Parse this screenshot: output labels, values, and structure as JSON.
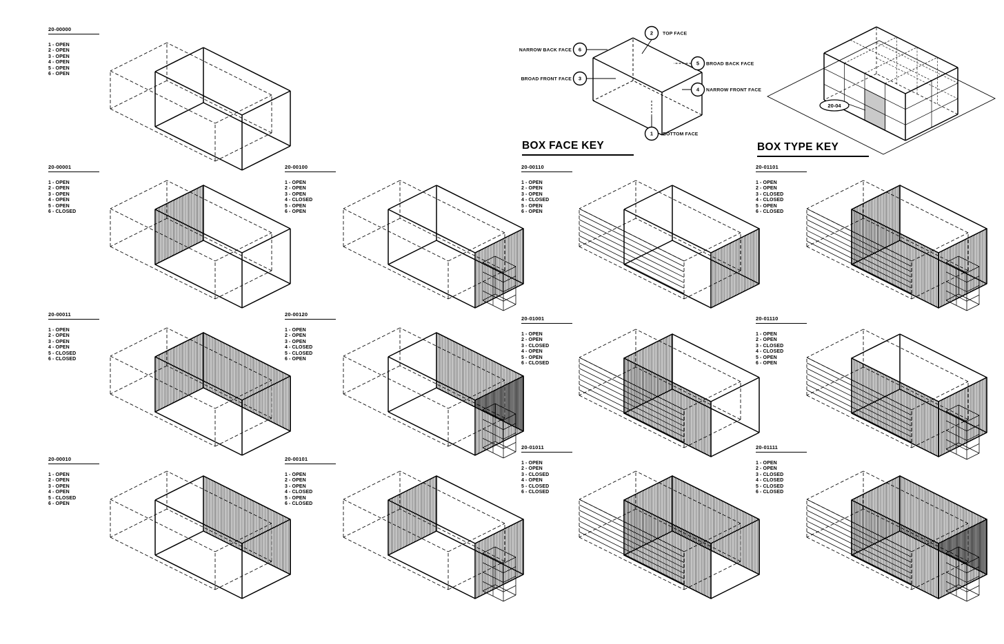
{
  "sheet": {
    "background": "#ffffff",
    "ink": "#000000",
    "shaded_cell_color": "#c9c9c9",
    "separator": " - "
  },
  "face_key": {
    "title": "BOX FACE KEY",
    "faces": [
      {
        "num": "1",
        "label": "BOTTOM FACE"
      },
      {
        "num": "2",
        "label": "TOP FACE"
      },
      {
        "num": "3",
        "label": "BROAD FRONT FACE"
      },
      {
        "num": "4",
        "label": "NARROW FRONT FACE"
      },
      {
        "num": "5",
        "label": "BROAD BACK FACE"
      },
      {
        "num": "6",
        "label": "NARROW BACK FACE"
      }
    ]
  },
  "type_key": {
    "title": "BOX TYPE KEY",
    "callout": "20-04"
  },
  "diagrams": [
    {
      "id": "r1c1",
      "code": "20-00000",
      "boards": false,
      "grid_panel": false,
      "faces": [
        {
          "n": "1",
          "state": "OPEN"
        },
        {
          "n": "2",
          "state": "OPEN"
        },
        {
          "n": "3",
          "state": "OPEN"
        },
        {
          "n": "4",
          "state": "OPEN"
        },
        {
          "n": "5",
          "state": "OPEN"
        },
        {
          "n": "6",
          "state": "OPEN"
        }
      ]
    },
    {
      "id": "r2c1",
      "code": "20-00001",
      "boards": false,
      "grid_panel": false,
      "faces": [
        {
          "n": "1",
          "state": "OPEN"
        },
        {
          "n": "2",
          "state": "OPEN"
        },
        {
          "n": "3",
          "state": "OPEN"
        },
        {
          "n": "4",
          "state": "OPEN"
        },
        {
          "n": "5",
          "state": "OPEN"
        },
        {
          "n": "6",
          "state": "CLOSED"
        }
      ]
    },
    {
      "id": "r2c2",
      "code": "20-00100",
      "boards": false,
      "grid_panel": true,
      "faces": [
        {
          "n": "1",
          "state": "OPEN"
        },
        {
          "n": "2",
          "state": "OPEN"
        },
        {
          "n": "3",
          "state": "OPEN"
        },
        {
          "n": "4",
          "state": "CLOSED"
        },
        {
          "n": "5",
          "state": "OPEN"
        },
        {
          "n": "6",
          "state": "OPEN"
        }
      ]
    },
    {
      "id": "r2c3",
      "code": "20-00110",
      "boards": true,
      "grid_panel": false,
      "faces": [
        {
          "n": "1",
          "state": "OPEN"
        },
        {
          "n": "2",
          "state": "OPEN"
        },
        {
          "n": "3",
          "state": "OPEN"
        },
        {
          "n": "4",
          "state": "CLOSED"
        },
        {
          "n": "5",
          "state": "OPEN"
        },
        {
          "n": "6",
          "state": "OPEN"
        }
      ]
    },
    {
      "id": "r2c4",
      "code": "20-01101",
      "boards": true,
      "grid_panel": true,
      "faces": [
        {
          "n": "1",
          "state": "OPEN"
        },
        {
          "n": "2",
          "state": "OPEN"
        },
        {
          "n": "3",
          "state": "CLOSED"
        },
        {
          "n": "4",
          "state": "CLOSED"
        },
        {
          "n": "5",
          "state": "OPEN"
        },
        {
          "n": "6",
          "state": "CLOSED"
        }
      ]
    },
    {
      "id": "r3c1",
      "code": "20-00011",
      "boards": false,
      "grid_panel": false,
      "faces": [
        {
          "n": "1",
          "state": "OPEN"
        },
        {
          "n": "2",
          "state": "OPEN"
        },
        {
          "n": "3",
          "state": "OPEN"
        },
        {
          "n": "4",
          "state": "OPEN"
        },
        {
          "n": "5",
          "state": "CLOSED"
        },
        {
          "n": "6",
          "state": "CLOSED"
        }
      ]
    },
    {
      "id": "r3c2",
      "code": "20-00120",
      "boards": false,
      "grid_panel": true,
      "faces": [
        {
          "n": "1",
          "state": "OPEN"
        },
        {
          "n": "2",
          "state": "OPEN"
        },
        {
          "n": "3",
          "state": "OPEN"
        },
        {
          "n": "4",
          "state": "CLOSED"
        },
        {
          "n": "5",
          "state": "CLOSED"
        },
        {
          "n": "6",
          "state": "OPEN"
        }
      ]
    },
    {
      "id": "r3c3",
      "code": "20-01001",
      "boards": true,
      "grid_panel": false,
      "faces": [
        {
          "n": "1",
          "state": "OPEN"
        },
        {
          "n": "2",
          "state": "OPEN"
        },
        {
          "n": "3",
          "state": "CLOSED"
        },
        {
          "n": "4",
          "state": "OPEN"
        },
        {
          "n": "5",
          "state": "OPEN"
        },
        {
          "n": "6",
          "state": "CLOSED"
        }
      ]
    },
    {
      "id": "r3c4",
      "code": "20-01110",
      "boards": true,
      "grid_panel": true,
      "faces": [
        {
          "n": "1",
          "state": "OPEN"
        },
        {
          "n": "2",
          "state": "OPEN"
        },
        {
          "n": "3",
          "state": "CLOSED"
        },
        {
          "n": "4",
          "state": "CLOSED"
        },
        {
          "n": "5",
          "state": "OPEN"
        },
        {
          "n": "6",
          "state": "OPEN"
        }
      ]
    },
    {
      "id": "r4c1",
      "code": "20-00010",
      "boards": false,
      "grid_panel": false,
      "faces": [
        {
          "n": "1",
          "state": "OPEN"
        },
        {
          "n": "2",
          "state": "OPEN"
        },
        {
          "n": "3",
          "state": "OPEN"
        },
        {
          "n": "4",
          "state": "OPEN"
        },
        {
          "n": "5",
          "state": "CLOSED"
        },
        {
          "n": "6",
          "state": "OPEN"
        }
      ]
    },
    {
      "id": "r4c2",
      "code": "20-00101",
      "boards": false,
      "grid_panel": true,
      "faces": [
        {
          "n": "1",
          "state": "OPEN"
        },
        {
          "n": "2",
          "state": "OPEN"
        },
        {
          "n": "3",
          "state": "OPEN"
        },
        {
          "n": "4",
          "state": "CLOSED"
        },
        {
          "n": "5",
          "state": "OPEN"
        },
        {
          "n": "6",
          "state": "CLOSED"
        }
      ]
    },
    {
      "id": "r4c3",
      "code": "20-01011",
      "boards": true,
      "grid_panel": false,
      "faces": [
        {
          "n": "1",
          "state": "OPEN"
        },
        {
          "n": "2",
          "state": "OPEN"
        },
        {
          "n": "3",
          "state": "CLOSED"
        },
        {
          "n": "4",
          "state": "OPEN"
        },
        {
          "n": "5",
          "state": "CLOSED"
        },
        {
          "n": "6",
          "state": "CLOSED"
        }
      ]
    },
    {
      "id": "r4c4",
      "code": "20-01111",
      "boards": true,
      "grid_panel": true,
      "faces": [
        {
          "n": "1",
          "state": "OPEN"
        },
        {
          "n": "2",
          "state": "OPEN"
        },
        {
          "n": "3",
          "state": "CLOSED"
        },
        {
          "n": "4",
          "state": "CLOSED"
        },
        {
          "n": "5",
          "state": "CLOSED"
        },
        {
          "n": "6",
          "state": "CLOSED"
        }
      ]
    }
  ]
}
